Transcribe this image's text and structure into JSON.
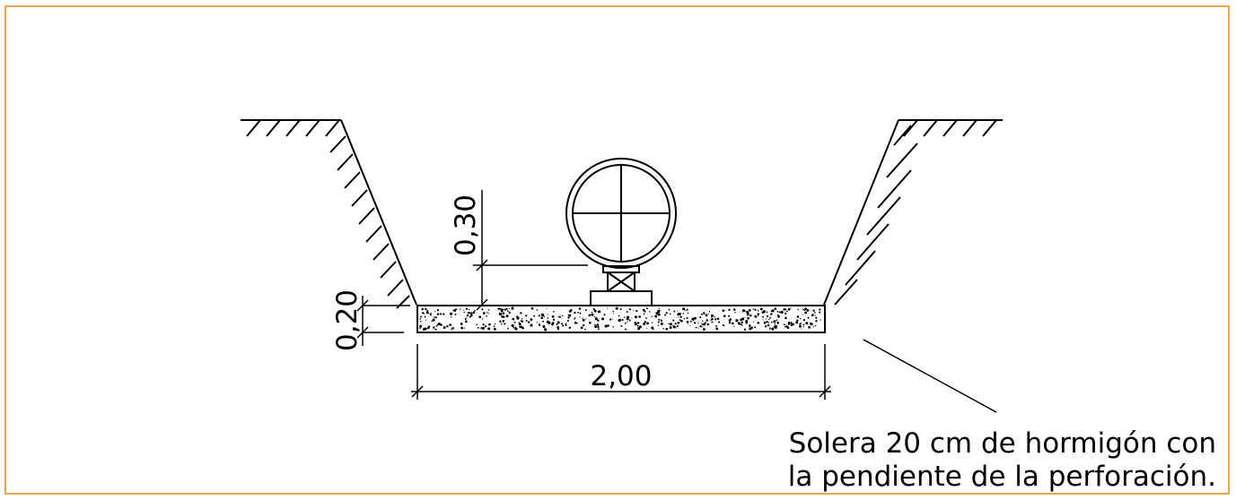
{
  "diagram": {
    "dimensions": {
      "trench_width": "2,00",
      "slab_thickness": "0,20",
      "pipe_clearance": "0,30"
    },
    "note": {
      "line1": "Solera 20 cm de hormigón con",
      "line2": "la pendiente de la perforación."
    },
    "colors": {
      "frame": "#f0a545",
      "lines": "#000000",
      "background": "#ffffff"
    }
  }
}
